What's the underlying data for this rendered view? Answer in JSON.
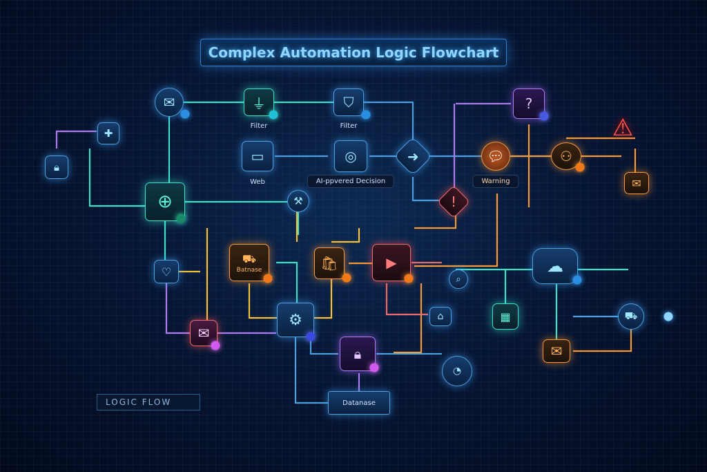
{
  "title": "Complex Automation Logic Flowchart",
  "badge": "LOGIC FLOW",
  "labels": {
    "filter_1": "Filter",
    "filter_2": "Filter",
    "web": "Web",
    "ai_decision": "AI-ppvered Decision",
    "warning": "Warning",
    "database_1": "Batnase",
    "database_2": "Datanase"
  },
  "colors": {
    "teal": "#3fe0c8",
    "blue": "#4d9fe0",
    "orange": "#f59a3a",
    "red": "#f06a6a",
    "purple": "#b07af0"
  }
}
